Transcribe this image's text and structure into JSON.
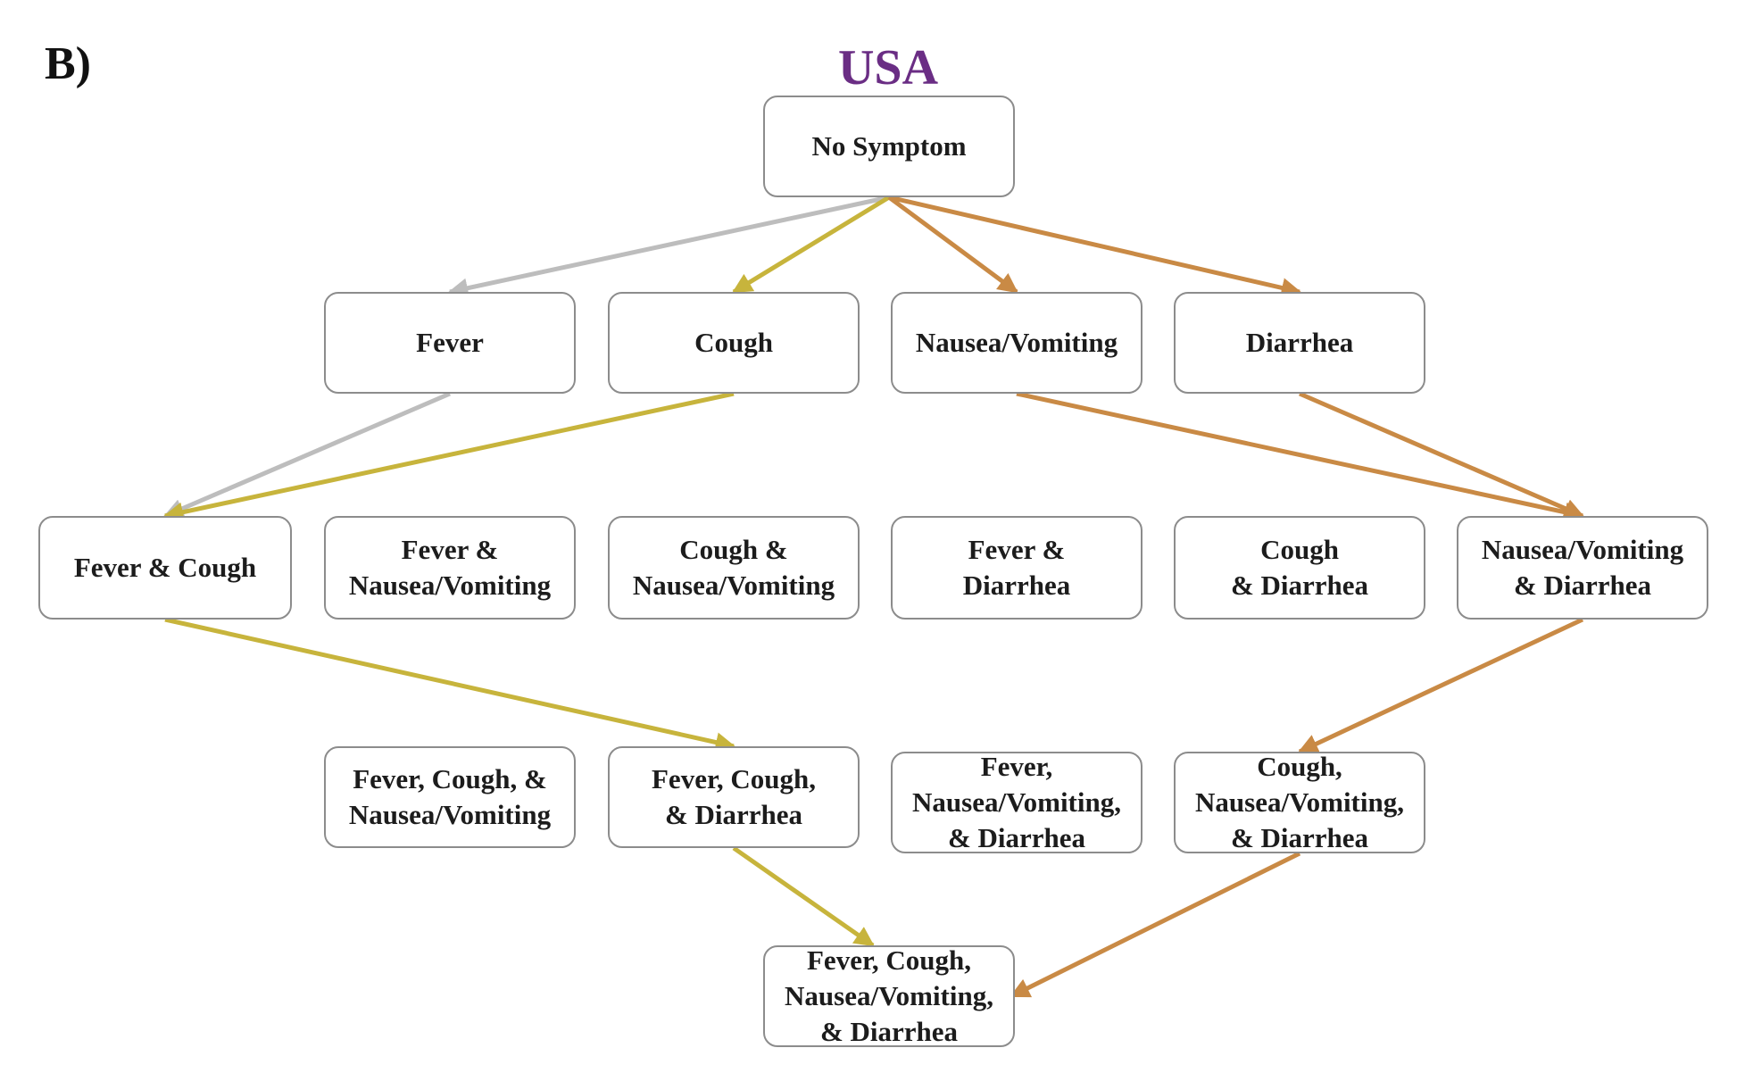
{
  "panel_label": "B)",
  "title": "USA",
  "colors": {
    "grey": "#bdbdbd",
    "olive": "#c7b43c",
    "orange": "#c98a45"
  },
  "nodes": {
    "no_symptom": "No Symptom",
    "fever": "Fever",
    "cough": "Cough",
    "nausea": "Nausea/Vomiting",
    "diarrhea": "Diarrhea",
    "fever_cough": "Fever & Cough",
    "fever_nausea": "Fever &\nNausea/Vomiting",
    "cough_nausea": "Cough &\nNausea/Vomiting",
    "fever_diarrhea": "Fever &\nDiarrhea",
    "cough_diarrhea": "Cough\n& Diarrhea",
    "nausea_diarrhea": "Nausea/Vomiting\n& Diarrhea",
    "fever_cough_nausea": "Fever, Cough, &\nNausea/Vomiting",
    "fever_cough_diarrhea": "Fever, Cough,\n& Diarrhea",
    "fever_nausea_diarrhea": "Fever,\nNausea/Vomiting,\n& Diarrhea",
    "cough_nausea_diarrhea": "Cough,\nNausea/Vomiting,\n& Diarrhea",
    "all": "Fever, Cough,\nNausea/Vomiting,\n& Diarrhea"
  },
  "edges": [
    {
      "from": "no_symptom",
      "to": "fever",
      "color": "grey"
    },
    {
      "from": "no_symptom",
      "to": "cough",
      "color": "olive"
    },
    {
      "from": "no_symptom",
      "to": "nausea",
      "color": "orange"
    },
    {
      "from": "no_symptom",
      "to": "diarrhea",
      "color": "orange"
    },
    {
      "from": "fever",
      "to": "fever_cough",
      "color": "grey"
    },
    {
      "from": "cough",
      "to": "fever_cough",
      "color": "olive"
    },
    {
      "from": "nausea",
      "to": "nausea_diarrhea",
      "color": "orange"
    },
    {
      "from": "diarrhea",
      "to": "nausea_diarrhea",
      "color": "orange"
    },
    {
      "from": "fever_cough",
      "to": "fever_cough_diarrhea",
      "color": "olive"
    },
    {
      "from": "nausea_diarrhea",
      "to": "cough_nausea_diarrhea",
      "color": "orange"
    },
    {
      "from": "fever_cough_diarrhea",
      "to": "all",
      "color": "olive"
    },
    {
      "from": "cough_nausea_diarrhea",
      "to": "all",
      "color": "orange"
    }
  ]
}
